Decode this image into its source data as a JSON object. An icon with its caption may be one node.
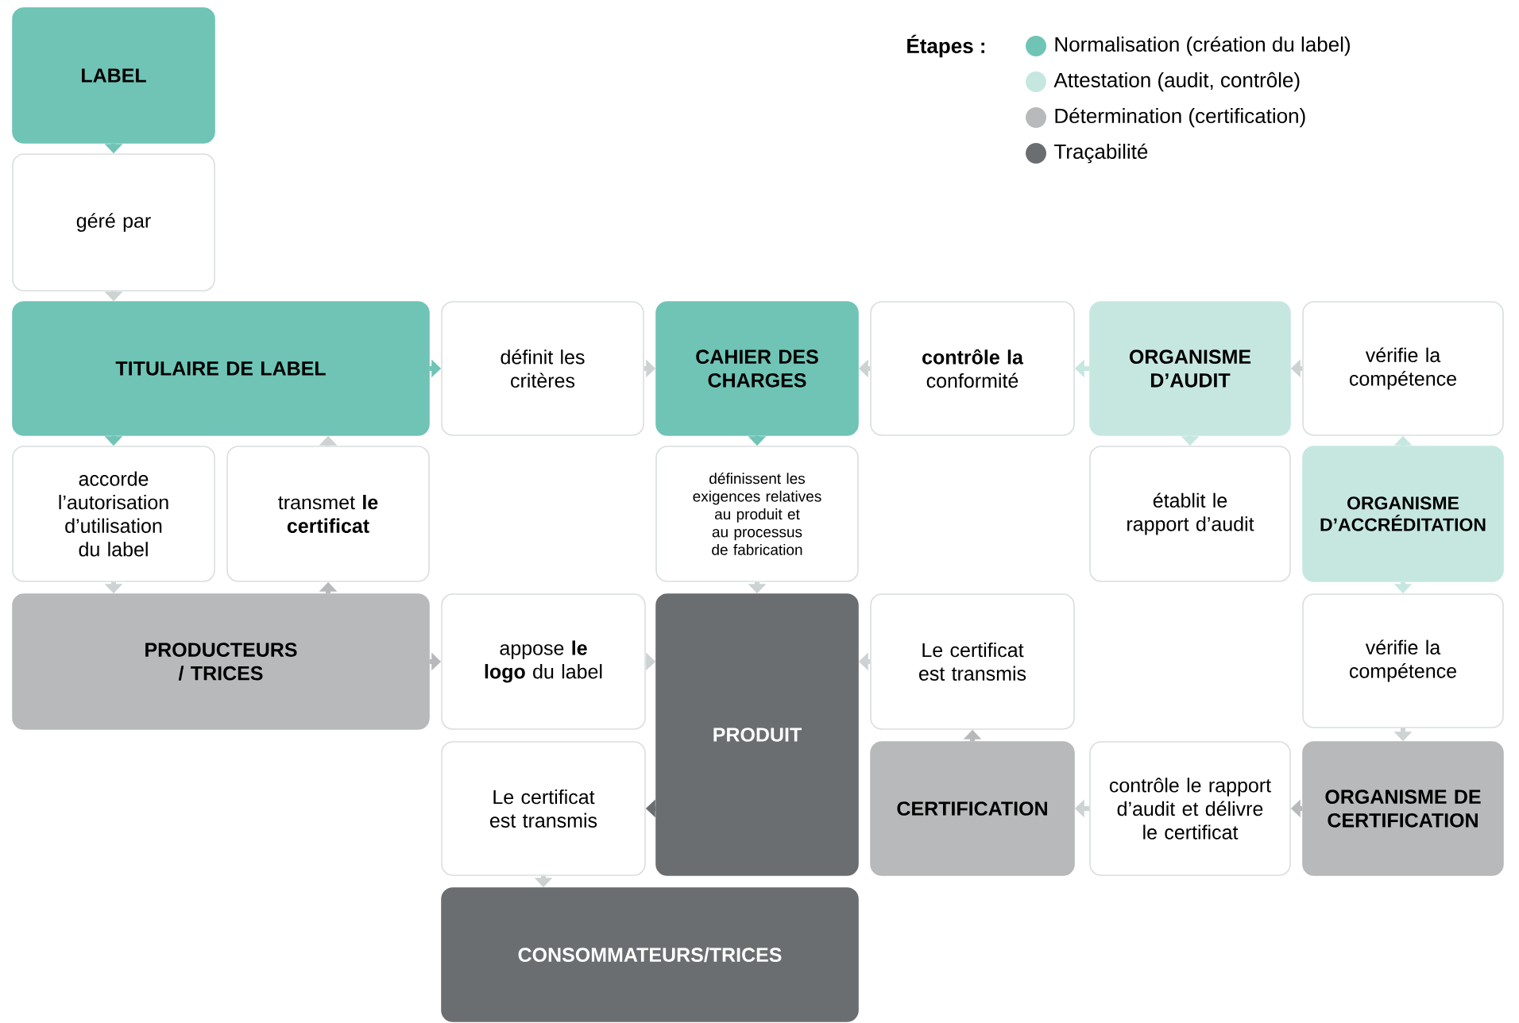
{
  "diagram": {
    "nodes": [
      {
        "text": [
          "LABEL"
        ]
      },
      {
        "text": [
          "géré par"
        ]
      },
      {
        "text": [
          "TITULAIRE DE LABEL"
        ]
      },
      {
        "text": [
          "définit les critères"
        ]
      },
      {
        "text": [
          "CAHIER DES CHARGES"
        ]
      },
      {
        "text": [
          "**contrôle la** conformité"
        ]
      },
      {
        "text": [
          "ORGANISME D’AUDIT"
        ]
      },
      {
        "text": [
          "vérifie la compétence"
        ]
      },
      {
        "text": [
          "accorde l’autorisation d’utilisation du label"
        ]
      },
      {
        "text": [
          "transmet **le certificat**"
        ]
      },
      {
        "text": [
          "définissent les exigences relatives au produit et au processus de fabrication"
        ]
      },
      {
        "text": [
          "établit le rapport d’audit"
        ]
      },
      {
        "text": [
          "ORGANISME D’ACCRÉDITATION"
        ]
      },
      {
        "text": [
          "PRODUCTEURS / TRICES"
        ]
      },
      {
        "text": [
          "appose **le logo** du label"
        ]
      },
      {
        "text": [
          "PRODUIT"
        ]
      },
      {
        "text": [
          "Le certificat est transmis"
        ]
      },
      {
        "text": [
          "vérifie la compétence"
        ]
      },
      {
        "text": [
          "Le certificat est transmis"
        ]
      },
      {
        "text": [
          "CERTIFICATION"
        ]
      },
      {
        "text": [
          "contrôle le rapport d’audit et délivre le certificat"
        ]
      },
      {
        "text": [
          "ORGANISME DE CERTIFICATION"
        ]
      },
      {
        "text": [
          "CONSOMMATEURS/TRICES"
        ]
      }
    ],
    "edges": [
      {
        "from": 0,
        "to": 1,
        "arrow": "to",
        "color": "#6fc4b6"
      },
      {
        "from": 1,
        "to": 2,
        "arrow": "to"
      },
      {
        "from": 2,
        "to": 3,
        "arrow": "to",
        "color": "#6fc4b6"
      },
      {
        "from": 3,
        "to": 4,
        "arrow": "to"
      },
      {
        "from": 6,
        "to": 5,
        "arrow": "to",
        "color": "#c6e7e0"
      },
      {
        "from": 5,
        "to": 4,
        "arrow": "to"
      },
      {
        "from": 12,
        "to": 7,
        "arrow": "to",
        "color": "#c6e7e0"
      },
      {
        "from": 7,
        "to": 6,
        "arrow": "to"
      },
      {
        "from": 2,
        "to": 8,
        "arrow": "to",
        "color": "#6fc4b6"
      },
      {
        "from": 8,
        "to": 13,
        "arrow": "to"
      },
      {
        "from": 13,
        "to": 9,
        "arrow": "to",
        "color": "#b7b9ba"
      },
      {
        "from": 9,
        "to": 2,
        "arrow": "to"
      },
      {
        "from": 4,
        "to": 10,
        "arrow": "to",
        "color": "#6fc4b6"
      },
      {
        "from": 10,
        "to": 15,
        "arrow": "to"
      },
      {
        "from": 6,
        "to": 11,
        "arrow": "to",
        "color": "#c6e7e0"
      },
      {
        "from": 12,
        "to": 17,
        "arrow": "to",
        "color": "#c6e7e0"
      },
      {
        "from": 17,
        "to": 21,
        "arrow": "to"
      },
      {
        "from": 13,
        "to": 14,
        "arrow": "to",
        "color": "#b7b9ba"
      },
      {
        "from": 14,
        "to": 15,
        "arrow": "to"
      },
      {
        "from": 19,
        "to": 16,
        "arrow": "to",
        "color": "#b7b9ba"
      },
      {
        "from": 16,
        "to": 15,
        "arrow": "to"
      },
      {
        "from": 15,
        "to": 18,
        "arrow": "to",
        "color": "#6b6e70"
      },
      {
        "from": 18,
        "to": 22,
        "arrow": "to"
      },
      {
        "from": 21,
        "to": 20,
        "arrow": "to",
        "color": "#b7b9ba"
      },
      {
        "from": 20,
        "to": 19,
        "arrow": "to"
      }
    ],
    "labels": [
      "Étapes :"
    ],
    "legend": [
      {
        "text": "Normalisation (création du label)",
        "color": "#6fc4b6"
      },
      {
        "text": "Attestation (audit, contrôle)",
        "color": "#c6e7e0"
      },
      {
        "text": "Détermination (certification)",
        "color": "#b7b9ba"
      },
      {
        "text": "Traçabilité",
        "color": "#6b6e70"
      }
    ]
  }
}
